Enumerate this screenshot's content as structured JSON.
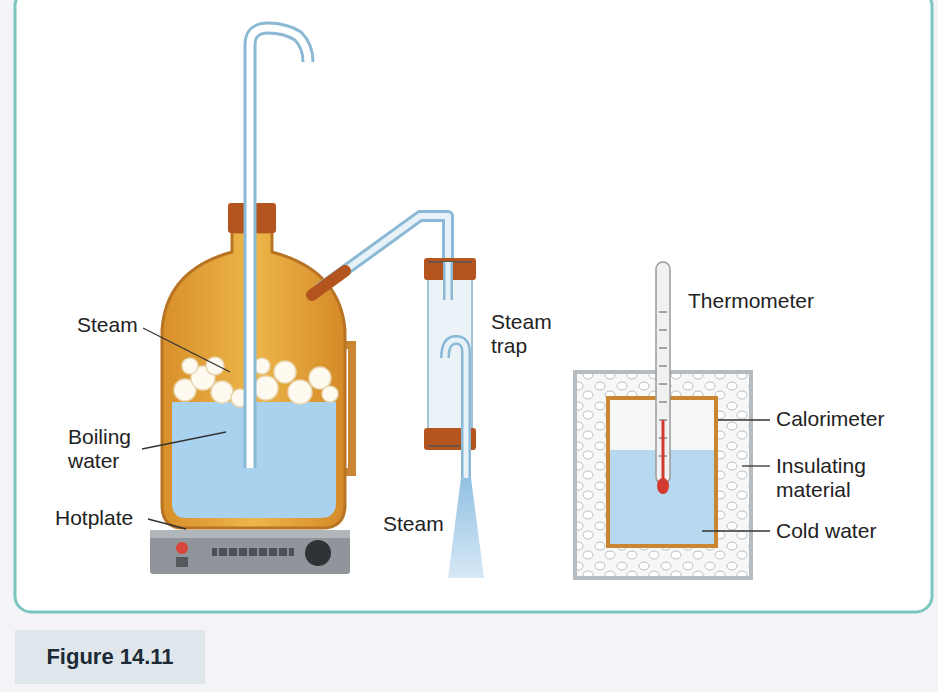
{
  "diagram": {
    "caption": "Figure 14.11",
    "labels": [
      "Steam",
      "Boiling water",
      "Hotplate",
      "Steam",
      "Steam trap",
      "Thermometer",
      "Calorimeter",
      "Insulating material",
      "Cold water"
    ]
  }
}
